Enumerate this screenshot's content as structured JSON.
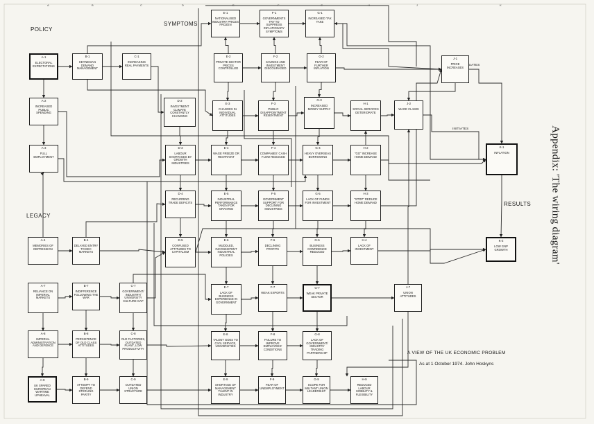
{
  "header_columns": [
    "A",
    "B",
    "C",
    "D",
    "E",
    "F",
    "G",
    "H",
    "J",
    "K"
  ],
  "sections": {
    "policy": "POLICY",
    "symptoms": "SYMPTOMS",
    "legacy": "LEGACY",
    "results": "RESULTS"
  },
  "flow_labels": {
    "perpetuates": "PERPETUATES",
    "initiates": "INITIATES"
  },
  "caption": {
    "title": "A VIEW OF THE UK ECONOMIC PROBLEM",
    "date": "As at 1 October 1974.   John Hoskyns"
  },
  "side_title": "Appendix: 'The wiring diagram'",
  "nodes": [
    {
      "id": "E-1",
      "label": "Nationalised industry prices frozen"
    },
    {
      "id": "F-1",
      "label": "Governments try to suppress inflationary symptoms"
    },
    {
      "id": "G-1",
      "label": "Increased tax take"
    },
    {
      "id": "A-1",
      "label": "Electoral expectations"
    },
    {
      "id": "B-1",
      "label": "Keynesian demand management"
    },
    {
      "id": "C-1",
      "label": "Increasing real payments"
    },
    {
      "id": "E-2",
      "label": "Private sector prices controlled"
    },
    {
      "id": "F-2",
      "label": "Savings and investment discouraged"
    },
    {
      "id": "G-2",
      "label": "Fear of further inflation"
    },
    {
      "id": "J-1",
      "label": "Price increases"
    },
    {
      "id": "A-2",
      "label": "Increased public spending"
    },
    {
      "id": "D-2",
      "label": "Investment climate constantly changing"
    },
    {
      "id": "E-3",
      "label": "Changes in individual attitudes"
    },
    {
      "id": "F-3",
      "label": "Public disappointment resentment"
    },
    {
      "id": "G-3",
      "label": "Increased money supply"
    },
    {
      "id": "H-1",
      "label": "Social services deteriorate"
    },
    {
      "id": "J-2",
      "label": "Wage claims"
    },
    {
      "id": "A-3",
      "label": "Full employment"
    },
    {
      "id": "D-3",
      "label": "Labour shortages by growth industries"
    },
    {
      "id": "E-4",
      "label": "Wage freeze or restraint"
    },
    {
      "id": "F-4",
      "label": "Companies' cash flow reduced"
    },
    {
      "id": "G-4",
      "label": "Heavy overseas borrowing"
    },
    {
      "id": "H-2",
      "label": "\"Go\" increase home demand"
    },
    {
      "id": "K-1",
      "label": "Inflation"
    },
    {
      "id": "D-4",
      "label": "Recurring trade deficits"
    },
    {
      "id": "E-5",
      "label": "Industrial performance taken for granted"
    },
    {
      "id": "F-5",
      "label": "Government support for declining industries"
    },
    {
      "id": "G-5",
      "label": "Lack of funds for investment"
    },
    {
      "id": "H-3",
      "label": "\"Stop\" reduce home demand"
    },
    {
      "id": "A-4",
      "label": "Memories of depression"
    },
    {
      "id": "B-4",
      "label": "Delayed entry to EEC markets"
    },
    {
      "id": "D-5",
      "label": "Confused attitudes to capitalism"
    },
    {
      "id": "E-6",
      "label": "Muddled, inconsistent industrial policies"
    },
    {
      "id": "F-6",
      "label": "Declining profits"
    },
    {
      "id": "G-6",
      "label": "Business confidence reduced"
    },
    {
      "id": "H-4",
      "label": "Lack of investment"
    },
    {
      "id": "K-2",
      "label": "Low GNP growth"
    },
    {
      "id": "A-7",
      "label": "Reliance on imperial markets"
    },
    {
      "id": "B-7",
      "label": "Indifference following the war"
    },
    {
      "id": "C-7",
      "label": "Government/ industry/ university culture gap"
    },
    {
      "id": "E-7",
      "label": "Lack of business experience in government"
    },
    {
      "id": "F-7",
      "label": "Weak exports"
    },
    {
      "id": "G-7",
      "label": "Weak private sector"
    },
    {
      "id": "J-7",
      "label": "Union attitudes"
    },
    {
      "id": "A-8",
      "label": "Imperial administration and defence"
    },
    {
      "id": "B-8",
      "label": "Persistence of old class attitudes"
    },
    {
      "id": "C-8",
      "label": "Old factories, outdated plant, low productivity"
    },
    {
      "id": "E-8",
      "label": "Talent goes to civil service, universities"
    },
    {
      "id": "F-8",
      "label": "Failure to improve employees' conditions"
    },
    {
      "id": "G-8",
      "label": "Lack of government/ industry trading partnership"
    },
    {
      "id": "A-9",
      "label": "UK spared European wartime upheaval"
    },
    {
      "id": "B-9",
      "label": "Attempt to defend sterling parity"
    },
    {
      "id": "C-9",
      "label": "Outdated union structure"
    },
    {
      "id": "E-9",
      "label": "Shortage of management talent in industry"
    },
    {
      "id": "F-9",
      "label": "Fear of unemployment"
    },
    {
      "id": "G-9",
      "label": "Scope for militant union leadership"
    },
    {
      "id": "H-9",
      "label": "Reduced labour mobility & flexibility"
    }
  ]
}
